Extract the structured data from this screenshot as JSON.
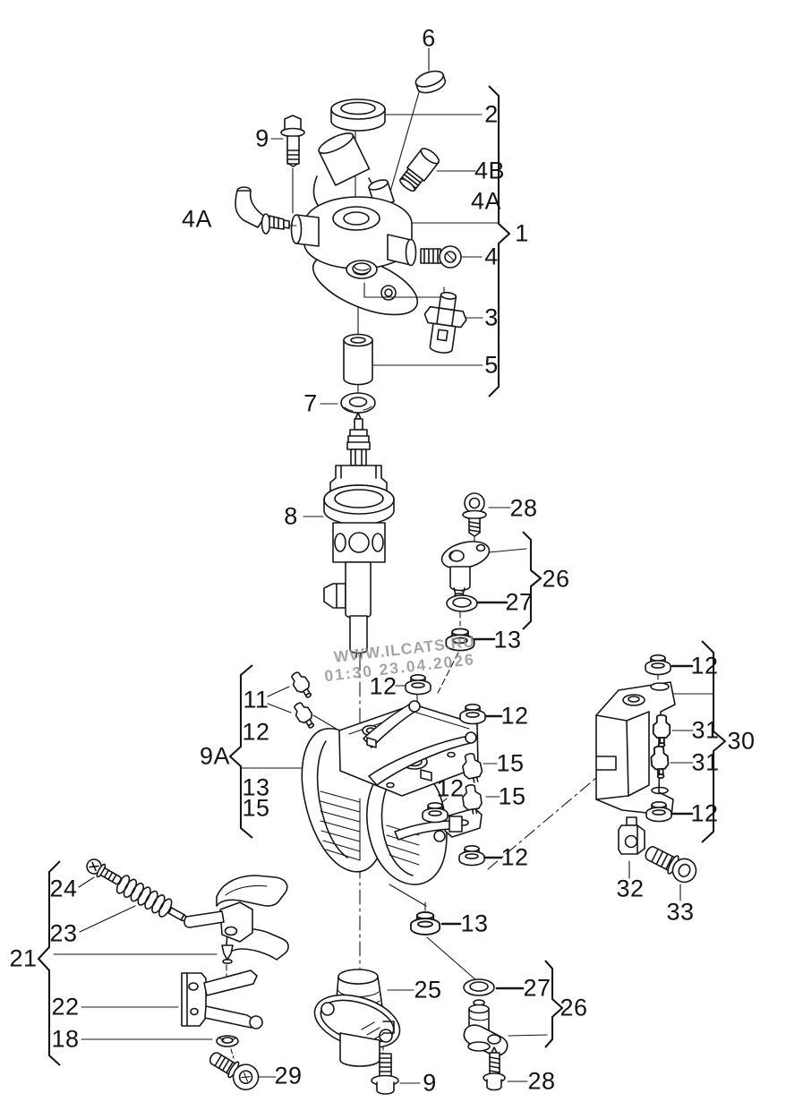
{
  "page": {
    "background": "#ffffff",
    "line_color": "#161616",
    "watermark_color": "#8f8f8f",
    "kind": "exploded-parts-diagram"
  },
  "watermark": {
    "line1": "WWW.ILCATS.RU",
    "line2": "01:30 23.04.2026"
  },
  "callouts": [
    {
      "text": "6"
    },
    {
      "text": "2"
    },
    {
      "text": "9"
    },
    {
      "text": "4B"
    },
    {
      "text": "4A"
    },
    {
      "text": "4A"
    },
    {
      "text": "1"
    },
    {
      "text": "4"
    },
    {
      "text": "3"
    },
    {
      "text": "5"
    },
    {
      "text": "7"
    },
    {
      "text": "8"
    },
    {
      "text": "28"
    },
    {
      "text": "26"
    },
    {
      "text": "27"
    },
    {
      "text": "13"
    },
    {
      "text": "12"
    },
    {
      "text": "11"
    },
    {
      "text": "12"
    },
    {
      "text": "9A"
    },
    {
      "text": "12"
    },
    {
      "text": "12"
    },
    {
      "text": "31"
    },
    {
      "text": "30"
    },
    {
      "text": "31"
    },
    {
      "text": "13"
    },
    {
      "text": "15"
    },
    {
      "text": "15"
    },
    {
      "text": "12"
    },
    {
      "text": "15"
    },
    {
      "text": "12"
    },
    {
      "text": "12"
    },
    {
      "text": "24"
    },
    {
      "text": "23"
    },
    {
      "text": "21"
    },
    {
      "text": "32"
    },
    {
      "text": "33"
    },
    {
      "text": "13"
    },
    {
      "text": "22"
    },
    {
      "text": "25"
    },
    {
      "text": "27"
    },
    {
      "text": "26"
    },
    {
      "text": "18"
    },
    {
      "text": "29"
    },
    {
      "text": "9"
    },
    {
      "text": "28"
    }
  ]
}
